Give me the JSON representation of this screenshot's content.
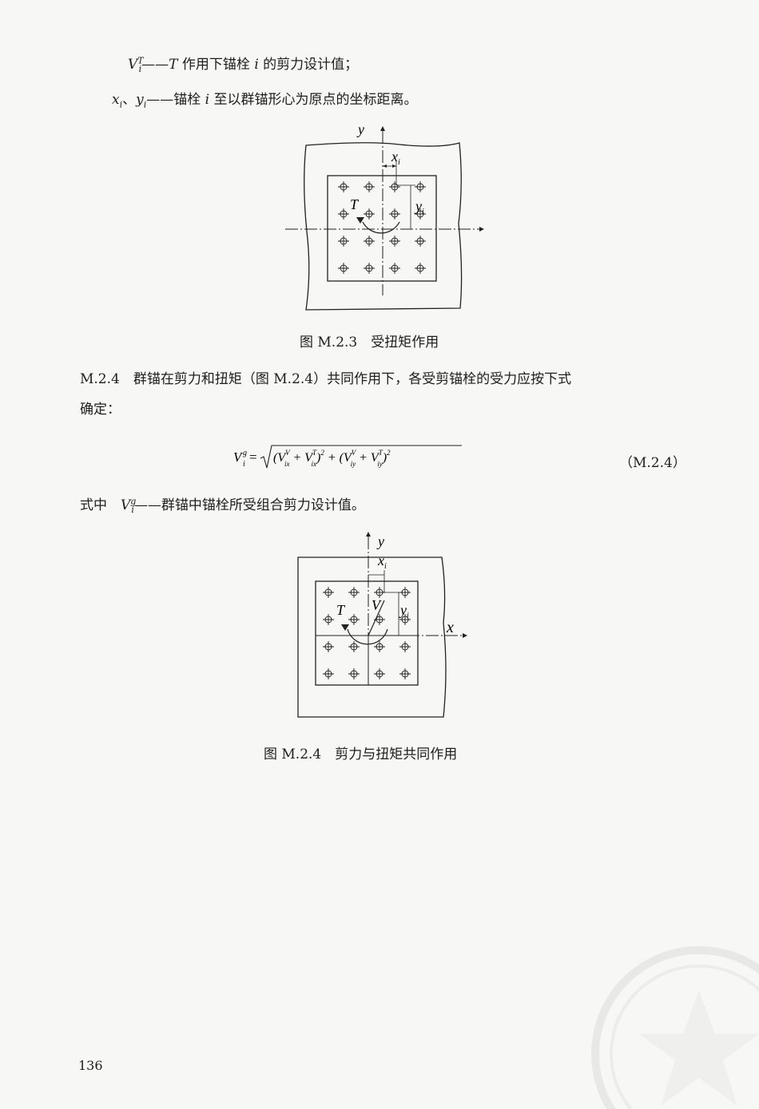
{
  "definitions": {
    "vt_symbol": "V",
    "vt_sup": "T",
    "vt_sub": "i",
    "vt_dash": "——",
    "vt_text_pre": "T",
    "vt_text": " 作用下锚栓 ",
    "vt_text_i": "i",
    "vt_text_post": " 的剪力设计值；",
    "xy_x": "x",
    "xy_sep": "、",
    "xy_y": "y",
    "xy_sub": "i",
    "xy_dash": "——",
    "xy_text_pre": "锚栓 ",
    "xy_text_i": "i",
    "xy_text_post": " 至以群锚形心为原点的坐标距离。"
  },
  "figure1": {
    "caption": "图 M.2.3　受扭矩作用",
    "label_y": "y",
    "label_xi": "x",
    "label_xi_sub": "i",
    "label_yi": "y",
    "label_yi_sub": "i",
    "label_T": "T"
  },
  "clause": {
    "number": "M.2.4",
    "text_line1": "群锚在剪力和扭矩（图 M.2.4）共同作用下，各受剪锚栓的受力应按下式",
    "text_line2": "确定："
  },
  "equation": {
    "lhs": "V",
    "lhs_sup": "g",
    "lhs_sub": "i",
    "body": "=√((V",
    "number": "（M.2.4）"
  },
  "where": {
    "label": "式中",
    "symbol": "V",
    "symbol_sup": "g",
    "symbol_sub": "i",
    "dash": "——",
    "text": "群锚中锚栓所受组合剪力设计值。"
  },
  "figure2": {
    "caption": "图 M.2.4　剪力与扭矩共同作用",
    "label_y": "y",
    "label_xi": "x",
    "label_xi_sub": "i",
    "label_x": "x",
    "label_T": "T",
    "label_V": "V",
    "label_yi": "y",
    "label_yi_sub": "i"
  },
  "page_number": "136"
}
